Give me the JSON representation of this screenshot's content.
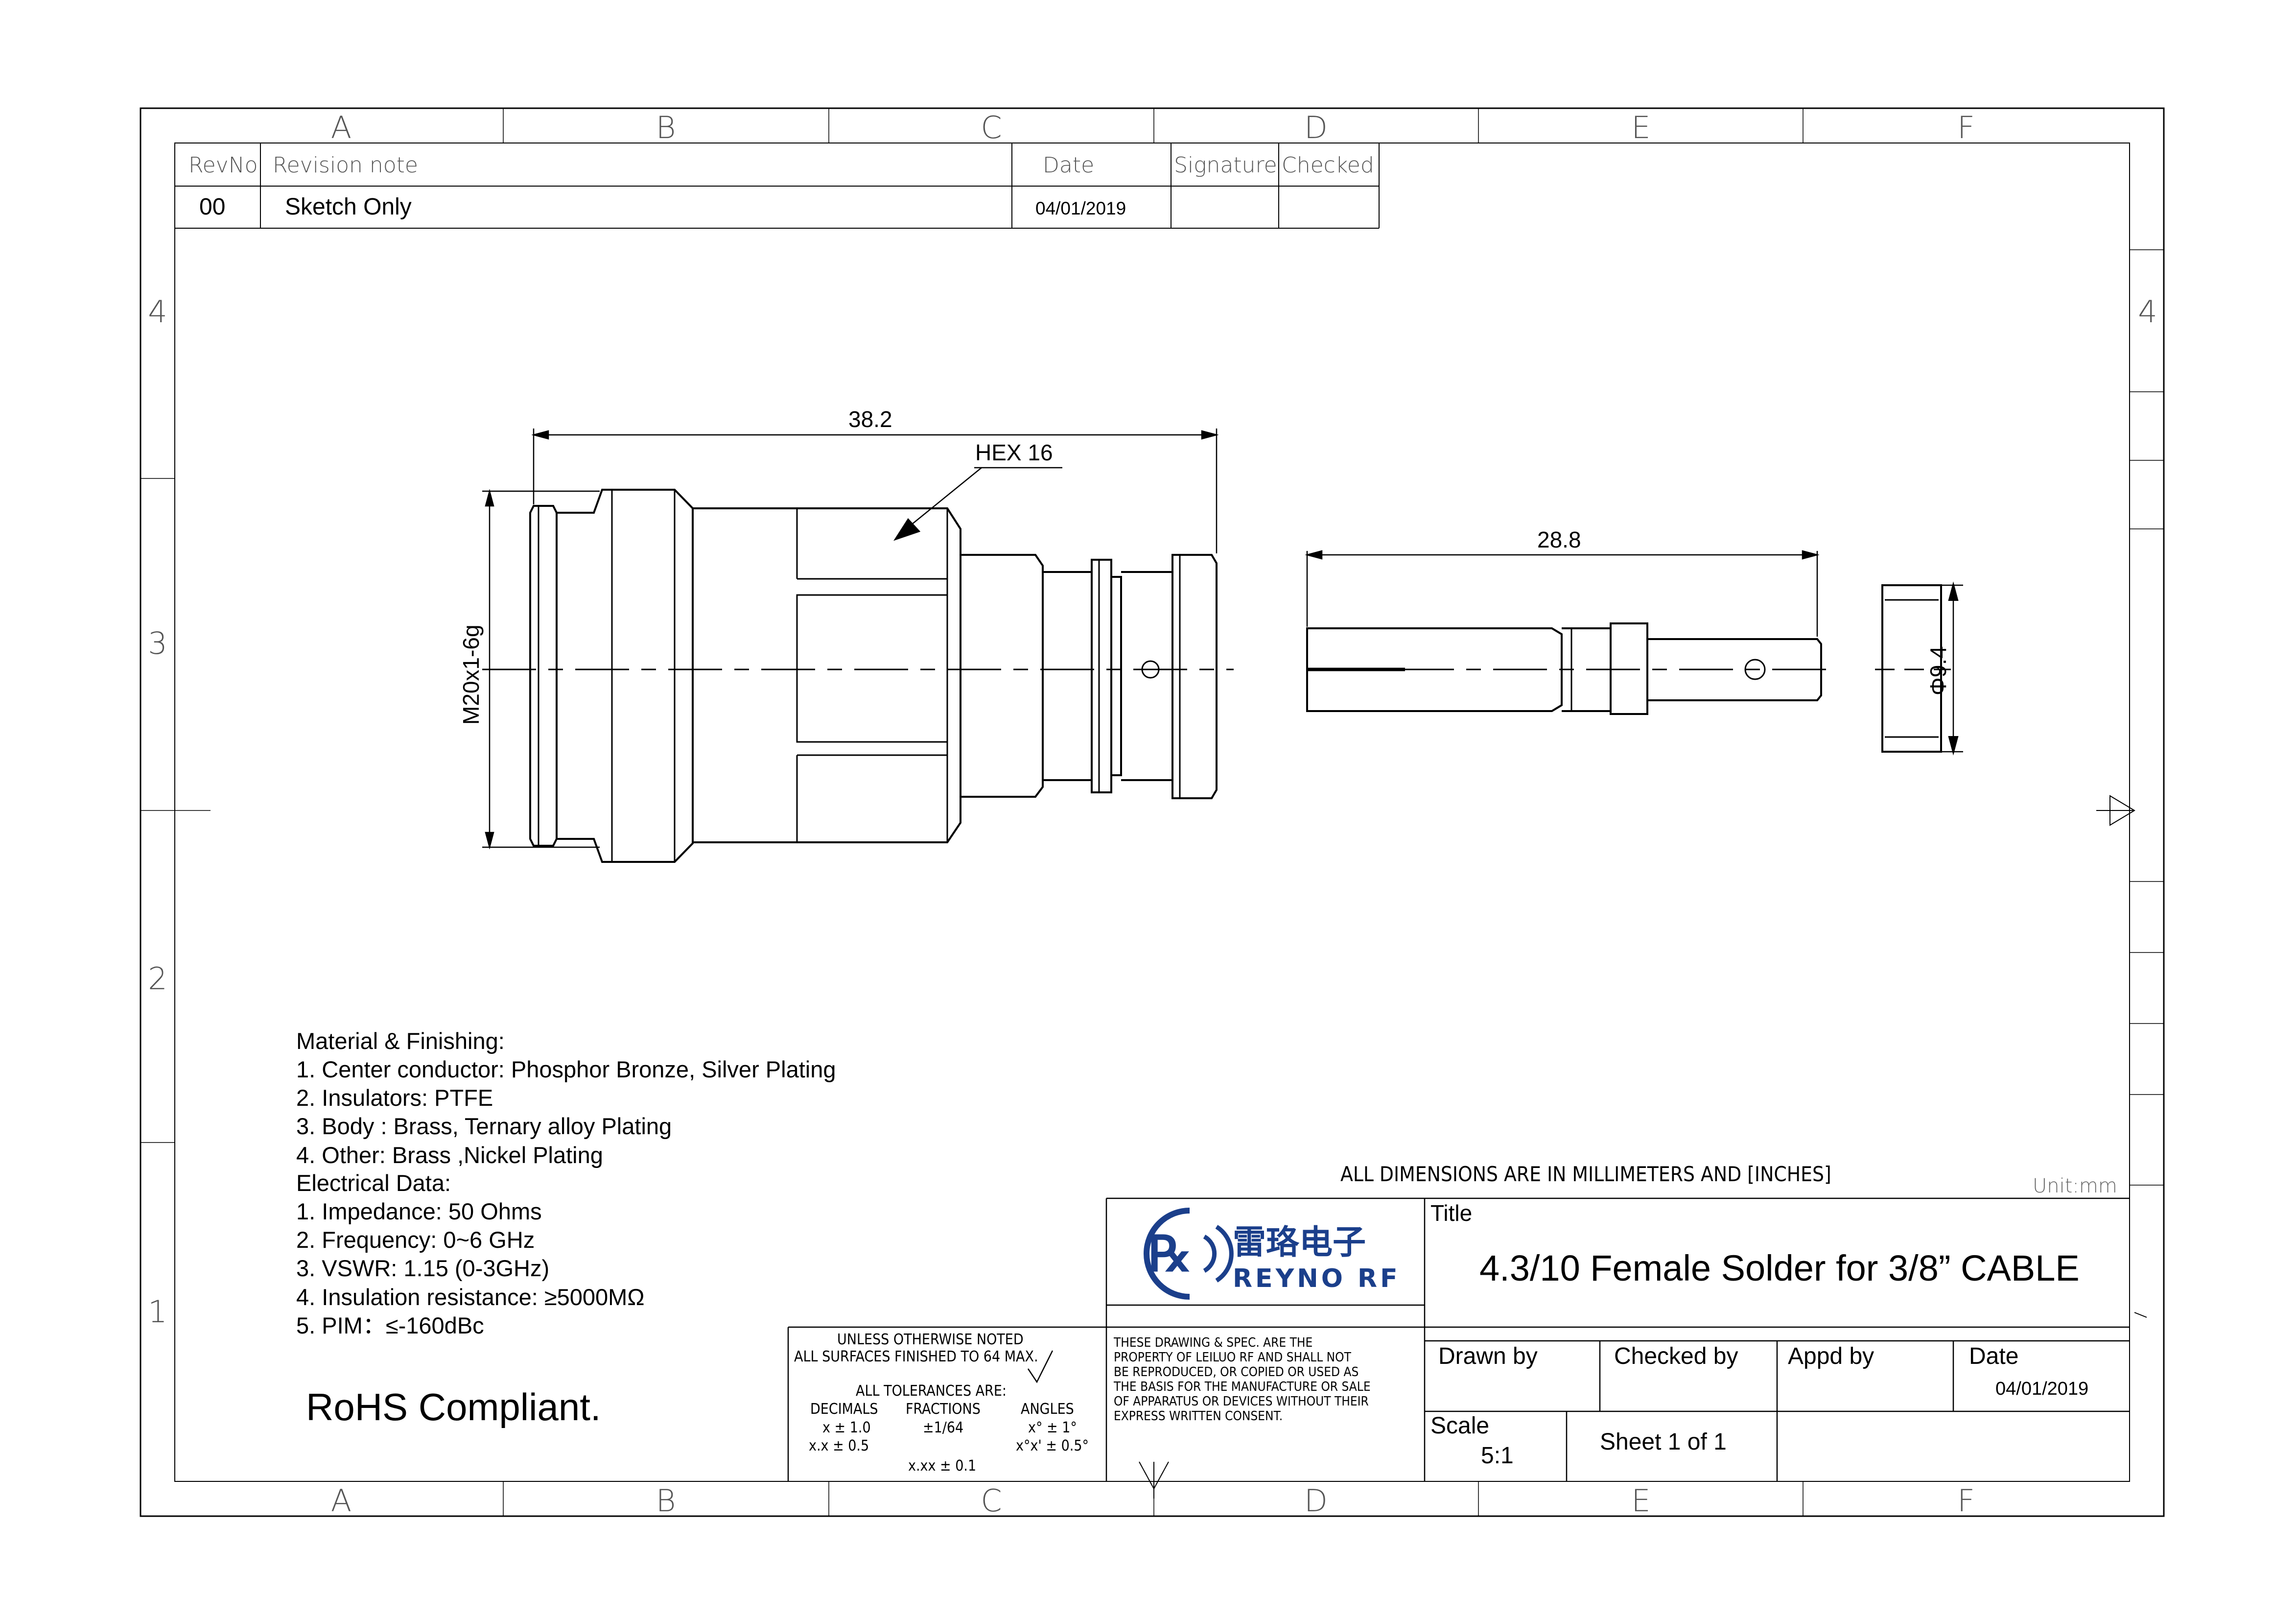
{
  "zones": {
    "columns": [
      "A",
      "B",
      "C",
      "D",
      "E",
      "F"
    ],
    "rows": [
      "4",
      "3",
      "2",
      "1"
    ]
  },
  "revision_table": {
    "headers": {
      "rev": "RevNo",
      "note": "Revision note",
      "date": "Date",
      "signature": "Signature",
      "checked": "Checked"
    },
    "rows": [
      {
        "rev": "00",
        "note": "Sketch Only",
        "date": "04/01/2019",
        "signature": "",
        "checked": ""
      }
    ]
  },
  "dimensions": {
    "body_length": "38.2",
    "hex": "HEX 16",
    "thread": "M20x1-6g",
    "pin_length": "28.8",
    "insulator_dia": "Φ9.4"
  },
  "notes": {
    "lines": [
      "Material & Finishing:",
      "1. Center conductor: Phosphor Bronze, Silver Plating",
      "2. Insulators: PTFE",
      "3. Body : Brass, Ternary alloy  Plating",
      "4. Other: Brass ,Nickel  Plating",
      "Electrical Data:",
      "1. Impedance: 50 Ohms",
      "2. Frequency: 0~6 GHz",
      "3. VSWR:  1.15 (0-3GHz)",
      "4. Insulation resistance:  ≥5000MΩ",
      "5. PIM：≤-160dBc"
    ],
    "rohs": "RoHS Compliant."
  },
  "tolerance_block": {
    "line1": "UNLESS  OTHERWISE  NOTED",
    "line2": "ALL  SURFACES  FINISHED  TO  64  MAX.",
    "line3": "ALL  TOLERANCES  ARE:",
    "decimals_head": "DECIMALS",
    "fractions_head": "FRACTIONS",
    "angles_head": "ANGLES",
    "dec1": "x  ±  1.0",
    "dec2": "x.x  ±  0.5",
    "frac1": "±1/64",
    "frac2": "x.xx  ±  0.1",
    "ang1": "x°  ±  1°",
    "ang2": "x°x'  ±  0.5°"
  },
  "property_notice": [
    "THESE  DRAWING  &  SPEC.  ARE  THE",
    "PROPERTY  OF  LEILUO  RF  AND  SHALL  NOT",
    "BE  REPRODUCED,  OR  COPIED  OR  USED  AS",
    "THE  BASIS  FOR  THE  MANUFACTURE  OR  SALE",
    "OF  APPARATUS  OR  DEVICES  WITHOUT  THEIR",
    "EXPRESS  WRITTEN  CONSENT."
  ],
  "units_note": "ALL  DIMENSIONS  ARE  IN  MILLIMETERS  AND  [INCHES]",
  "unit_label": "Unit:mm",
  "title_block": {
    "logo_cn": "雷珞电子",
    "logo_en": "REYNO RF",
    "title_label": "Title",
    "title": "4.3/10 Female Solder for 3/8” CABLE",
    "drawn_by_label": "Drawn by",
    "checked_by_label": "Checked by",
    "appd_by_label": "Appd by",
    "date_label": "Date",
    "date": "04/01/2019",
    "scale_label": "Scale",
    "scale": "5:1",
    "sheet": "Sheet 1 of 1"
  },
  "colors": {
    "line": "#000000",
    "frame": "#333333",
    "logo": "#1b3f8b",
    "background": "#ffffff"
  }
}
